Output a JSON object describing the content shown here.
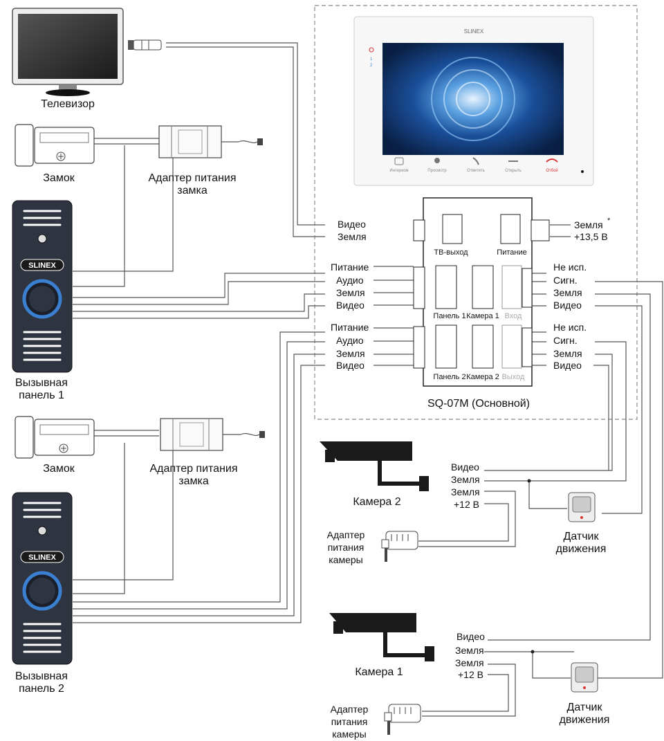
{
  "labels": {
    "tv": "Телевизор",
    "lock": "Замок",
    "lock_adapter_l1": "Адаптер питания",
    "lock_adapter_l2": "замка",
    "panel1_l1": "Вызывная",
    "panel1_l2": "панель 1",
    "panel2_l1": "Вызывная",
    "panel2_l2": "панель 2",
    "camera1": "Камера 1",
    "camera2": "Камера 2",
    "cam_adapter_l1": "Адаптер",
    "cam_adapter_l2": "питания",
    "cam_adapter_l3": "камеры",
    "motion_l1": "Датчик",
    "motion_l2": "движения",
    "slinex": "SLINEX",
    "monitor_model": "SQ-07M (Основной)"
  },
  "monitor": {
    "brand": "SLINEX",
    "led1": "1",
    "led2": "2",
    "buttons": [
      "Интерком",
      "Просмотр",
      "Ответить",
      "Открыть",
      "Отбой"
    ]
  },
  "connectors": {
    "tv_out": "ТВ-выход",
    "power": "Питание",
    "panel1": "Панель 1",
    "camera1": "Камера 1",
    "input": "Вход",
    "panel2": "Панель 2",
    "camera2": "Камера 2",
    "output": "Выход"
  },
  "wires": {
    "video": "Видео",
    "ground": "Земля",
    "power": "Питание",
    "audio": "Аудио",
    "not_used": "Не исп.",
    "signal": "Сигн.",
    "ground_star": "Земля",
    "star": "*",
    "v135": "+13,5 В",
    "v12": "+12 В"
  },
  "colors": {
    "panel_body": "#2e3440",
    "panel_ring": "#3b7fd1",
    "wire": "#555555",
    "dashed": "#888888"
  }
}
